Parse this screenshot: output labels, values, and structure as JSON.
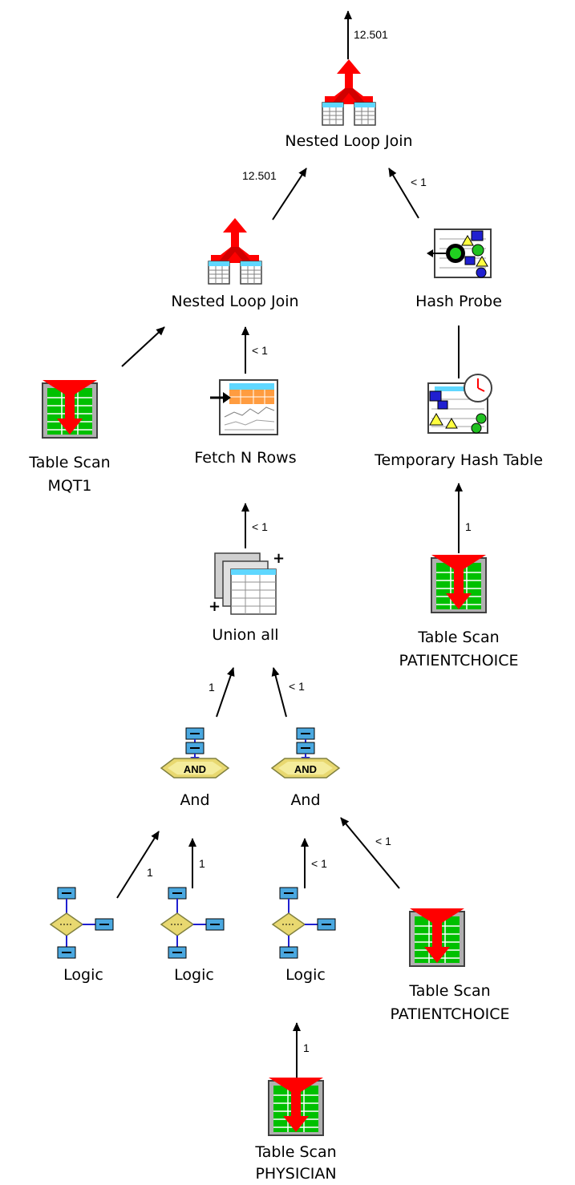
{
  "nodes": {
    "nlj_top": {
      "label": "Nested Loop Join",
      "icon": "nested-loop-join-icon"
    },
    "nlj_mid": {
      "label": "Nested Loop Join",
      "icon": "nested-loop-join-icon"
    },
    "hash_probe": {
      "label": "Hash Probe",
      "icon": "hash-probe-icon"
    },
    "scan_mqt1": {
      "label": "Table Scan",
      "sub": "MQT1",
      "icon": "table-scan-icon"
    },
    "fetch": {
      "label": "Fetch N Rows",
      "icon": "fetch-n-rows-icon"
    },
    "temp_hash": {
      "label": "Temporary Hash Table",
      "icon": "temporary-hash-table-icon"
    },
    "union": {
      "label": "Union all",
      "icon": "union-all-icon"
    },
    "scan_pc1": {
      "label": "Table Scan",
      "sub": "PATIENTCHOICE",
      "icon": "table-scan-icon"
    },
    "and1": {
      "label": "And",
      "badge": "AND",
      "icon": "and-icon"
    },
    "and2": {
      "label": "And",
      "badge": "AND",
      "icon": "and-icon"
    },
    "logic1": {
      "label": "Logic",
      "icon": "logic-icon"
    },
    "logic2": {
      "label": "Logic",
      "icon": "logic-icon"
    },
    "logic3": {
      "label": "Logic",
      "icon": "logic-icon"
    },
    "scan_pc2": {
      "label": "Table Scan",
      "sub": "PATIENTCHOICE",
      "icon": "table-scan-icon"
    },
    "scan_phys": {
      "label": "Table Scan",
      "sub": "PHYSICIAN",
      "icon": "table-scan-icon"
    }
  },
  "edges": {
    "out_top": "12.501",
    "mid_to_top": "12.501",
    "probe_to_top": "< 1",
    "fetch_to_mid": "< 1",
    "pc1_to_temp": "1",
    "union_to_fetch": "< 1",
    "and1_to_union": "1",
    "and2_to_union": "< 1",
    "logic1_to_and1": "1",
    "logic2_to_and1": "1",
    "logic3_to_and2": "< 1",
    "pc2_to_and2": "< 1",
    "phys_to_logic3": "1"
  },
  "colors": {
    "arrow_red": "#ff0000",
    "grid_green": "#00c000",
    "grid_cyan": "#5fd7ff",
    "frame_gray": "#b0b0b0",
    "and_gold": "#e8d870",
    "node_blue": "#4aa8e0"
  }
}
